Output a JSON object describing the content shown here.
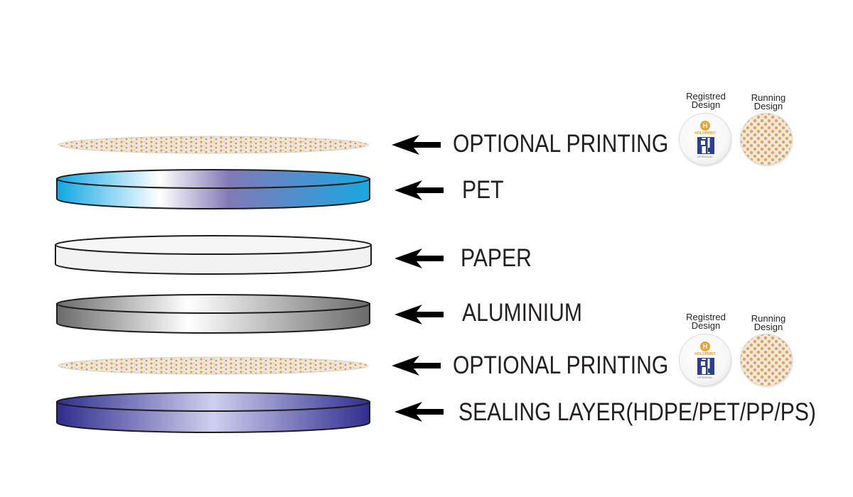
{
  "layers": [
    {
      "label": "OPTIONAL PRINTING",
      "kind": "printing"
    },
    {
      "label": "PET",
      "kind": "pet"
    },
    {
      "label": "PAPER",
      "kind": "paper"
    },
    {
      "label": "ALUMINIUM",
      "kind": "aluminium"
    },
    {
      "label": "OPTIONAL PRINTING",
      "kind": "printing"
    },
    {
      "label": "SEALING LAYER(HDPE/PET/PP/PS)",
      "kind": "sealing"
    }
  ],
  "samples": [
    {
      "registered": {
        "caption_line1": "Registred",
        "caption_line2": "Design",
        "brand": "HOLOPRINT",
        "serial": "HP00001AL"
      },
      "running": {
        "caption_line1": "Running",
        "caption_line2": "Design"
      }
    },
    {
      "registered": {
        "caption_line1": "Registred",
        "caption_line2": "Design",
        "brand": "HOLOPRINT",
        "serial": "HP00001AL"
      },
      "running": {
        "caption_line1": "Running",
        "caption_line2": "Design"
      }
    }
  ],
  "colors": {
    "pet": [
      "#1ba9e1",
      "#ffffff",
      "#8a7fc0",
      "#1ba9e1"
    ],
    "paper": "#f2f2f2",
    "aluminium": [
      "#6e6e6e",
      "#ffffff",
      "#6e6e6e"
    ],
    "sealing": [
      "#363593",
      "#c9c9ea",
      "#363593"
    ],
    "printing_dots": "#e2a047",
    "outline": "#1d1d1b"
  }
}
